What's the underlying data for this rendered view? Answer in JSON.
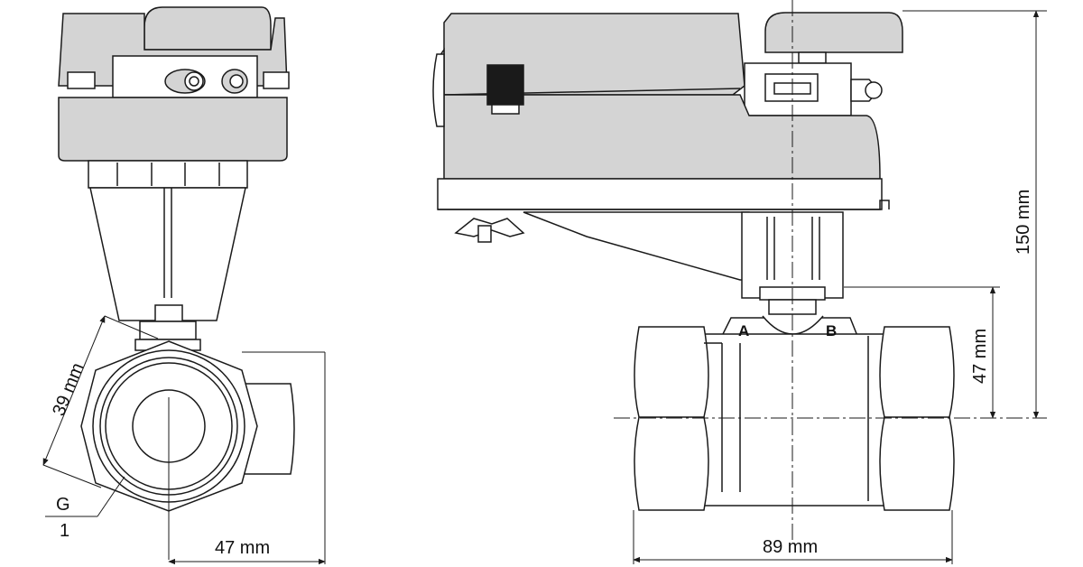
{
  "labels": {
    "dim_thread_side": "39 mm",
    "dim_offset_side": "47 mm",
    "dim_height_total": "150 mm",
    "dim_axis_height": "47 mm",
    "dim_length": "89 mm",
    "thread_label_g": "G",
    "thread_label_1": "1",
    "port_a": "A",
    "port_b": "B"
  },
  "colors": {
    "line": "#1a1a1a",
    "actuator_fill": "#d4d4d4",
    "dark_fill": "#1a1a1a",
    "background": "#ffffff"
  }
}
